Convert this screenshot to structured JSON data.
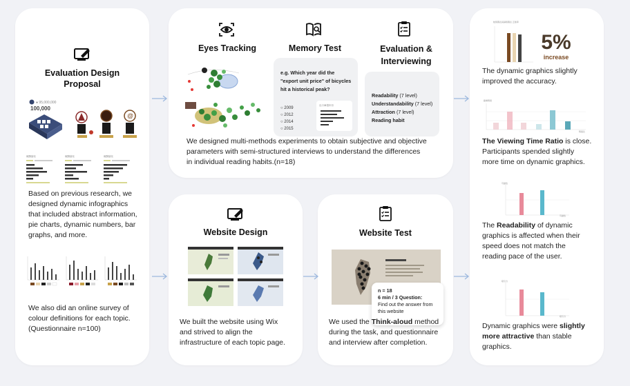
{
  "proposal": {
    "title_l1": "Evaluation Design",
    "title_l2": "Proposal",
    "big_number": "100,000",
    "text1": [
      "Based on previous research, we",
      "designed dynamic infographics",
      "that included abstract information,",
      "pie charts, dynamic numbers, bar",
      "graphs, and more."
    ],
    "text2": [
      "We also did an online survey of",
      "colour definitions for each topic.",
      "(Questionnaire n=100)"
    ]
  },
  "methods": {
    "eyes_title": "Eyes Tracking",
    "memory_title": "Memory Test",
    "eval_title_l1": "Evaluation &",
    "eval_title_l2": "Interviewing",
    "question_l1": "e.g. Which year did the",
    "question_l2": "\"export unit price\" of bicycles",
    "question_l3": "hit a historical peak?",
    "options": [
      "2009",
      "2012",
      "2014",
      "2015"
    ],
    "criteria": [
      {
        "name": "Readability",
        "level": " (7 level)"
      },
      {
        "name": "Understandability",
        "level": " (7 level)"
      },
      {
        "name": "Attraction",
        "level": " (7 level)"
      },
      {
        "name": "Reading habit",
        "level": ""
      }
    ],
    "text": [
      "We designed multi-methods experiments to obtain subjective and objective",
      "parameters with semi-structured interviews to understand the differences",
      "in individual reading habits.(n=18)"
    ]
  },
  "website_design": {
    "title": "Website Design",
    "text": [
      "We built the website using Wix",
      "and strived to align the",
      "infrastructure of each topic page."
    ]
  },
  "website_test": {
    "title": "Website Test",
    "popup_n": "n = 18",
    "popup_bold": "6 min / 3 Question:",
    "popup_l1": "Find out the answer from",
    "popup_l2": "this website",
    "text_pre": "We used the ",
    "text_bold": "Think-aloud",
    "text_post": " method",
    "text_l2": "during the task, and questionnaire",
    "text_l3": "and interview after completion."
  },
  "results": {
    "big_percent": "5%",
    "increase_label": "increase",
    "r1": [
      "The dynamic graphics slightly",
      "improved the accuracy."
    ],
    "r2_bold": "The Viewing Time Ratio",
    "r2_rest": " is close.",
    "r2_l2": "Participants spended slightly",
    "r2_l3": "more time on dynamic graphics.",
    "r3_pre": "The ",
    "r3_bold": "Readability",
    "r3_rest": " of dynamic",
    "r3_l2": "graphics is affected when their",
    "r3_l3": "speed does not match the",
    "r3_l4": "reading pace of the user.",
    "r4_l1": "Dynamic graphics were ",
    "r4_b1": "slightly",
    "r4_b2": "more attractive",
    "r4_l2": " than stable",
    "r4_l3": "graphics."
  },
  "colors": {
    "accent_arrow": "#9db8de",
    "brown": "#7a4a22",
    "teal": "#5aa8b8",
    "pink": "#e88a9a"
  }
}
